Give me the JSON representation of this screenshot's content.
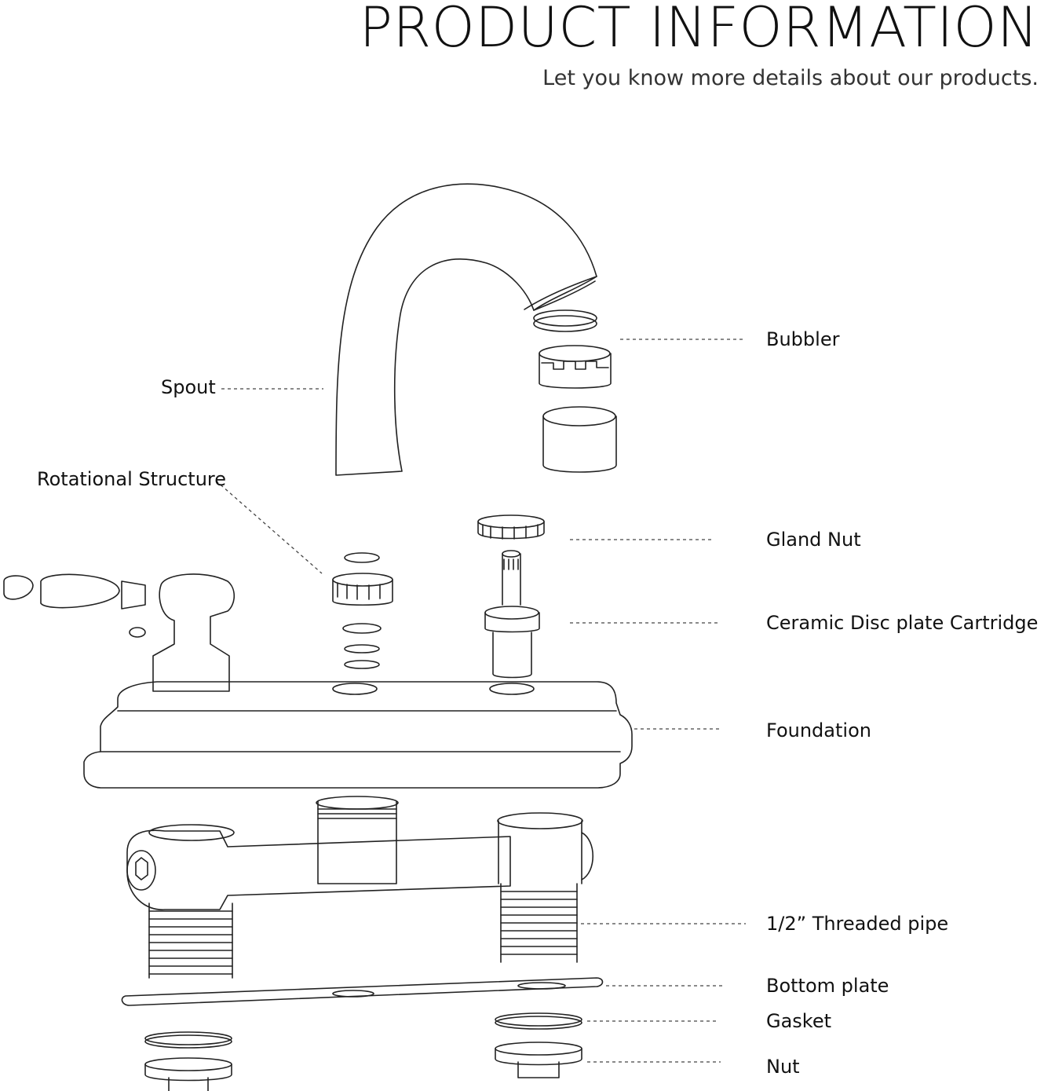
{
  "header": {
    "title": "PRODUCT INFORMATION",
    "subtitle": "Let you know more details about our products."
  },
  "labels": {
    "bubbler": "Bubbler",
    "spout": "Spout",
    "rotational_structure": "Rotational Structure",
    "gland_nut": "Gland Nut",
    "ceramic_cartridge": "Ceramic Disc plate Cartridge",
    "foundation": "Foundation",
    "threaded_pipe": "1/2” Threaded pipe",
    "bottom_plate": "Bottom plate",
    "gasket": "Gasket",
    "nut": "Nut"
  },
  "colors": {
    "line": "#222222",
    "leader": "#444444",
    "background": "#ffffff"
  }
}
